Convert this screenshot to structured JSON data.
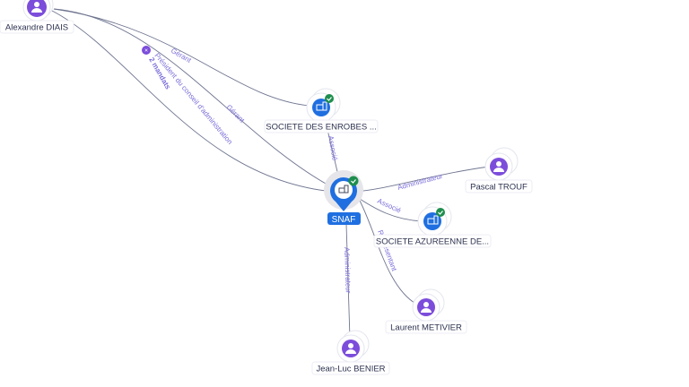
{
  "nodes": {
    "alexandre": {
      "label": "Alexandre DIAIS",
      "type": "person"
    },
    "sde": {
      "label": "SOCIETE DES ENROBES ...",
      "type": "company"
    },
    "snaf": {
      "label": "SNAF",
      "type": "company-focus"
    },
    "pascal": {
      "label": "Pascal TROUF",
      "type": "person"
    },
    "sad": {
      "label": "SOCIETE AZUREENNE DE...",
      "type": "company"
    },
    "laurent": {
      "label": "Laurent METIVIER",
      "type": "person"
    },
    "jeanluc": {
      "label": "Jean-Luc BENIER",
      "type": "person"
    }
  },
  "edges": {
    "gerant1": "Gérant",
    "gerant2": "Gérant",
    "president": "Président du conseil d'administration",
    "associe1": "Associé",
    "admin1": "Administrateur",
    "associe2": "Associé",
    "representant": "Représentant",
    "admin2": "Administrateur"
  },
  "badge": {
    "mandats": "2 mandats"
  },
  "colors": {
    "person": "#7c4ddb",
    "company": "#1f6fe0",
    "check": "#1e8e4e",
    "edge_label": "#7b6fd8"
  }
}
